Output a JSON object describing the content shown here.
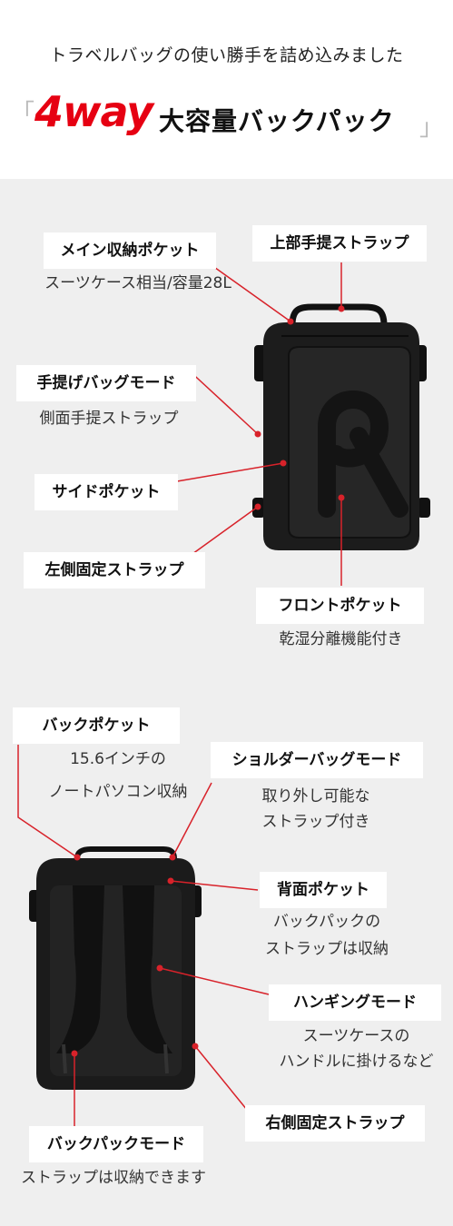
{
  "header": {
    "subtitle": "トラベルバッグの使い勝手を詰め込みました",
    "bracket_open": "「",
    "bracket_close": "」",
    "title_accent": "4way",
    "title_main": "大容量バックパック"
  },
  "front": {
    "main_pocket": {
      "label": "メイン収納ポケット",
      "desc": "スーツケース相当/容量28L"
    },
    "top_strap": {
      "label": "上部手提ストラップ"
    },
    "hand_mode": {
      "label": "手提げバッグモード",
      "desc": "側面手提ストラップ"
    },
    "side_pocket": {
      "label": "サイドポケット"
    },
    "left_strap": {
      "label": "左側固定ストラップ"
    },
    "front_pocket": {
      "label": "フロントポケット",
      "desc": "乾湿分離機能付き"
    }
  },
  "back": {
    "back_pocket": {
      "label": "バックポケット",
      "desc1": "15.6インチの",
      "desc2": "ノートパソコン収納"
    },
    "shoulder_mode": {
      "label": "ショルダーバッグモード",
      "desc1": "取り外し可能な",
      "desc2": "ストラップ付き"
    },
    "rear_pocket": {
      "label": "背面ポケット",
      "desc1": "バックパックの",
      "desc2": "ストラップは収納"
    },
    "hanging_mode": {
      "label": "ハンギングモード",
      "desc1": "スーツケースの",
      "desc2": "ハンドルに掛けるなど"
    },
    "right_strap": {
      "label": "右側固定ストラップ"
    },
    "backpack_mode": {
      "label": "バックパックモード",
      "desc": "ストラップは収納できます"
    }
  },
  "colors": {
    "accent": "#e60012",
    "bag": "#1c1c1c",
    "background": "#efefef"
  }
}
